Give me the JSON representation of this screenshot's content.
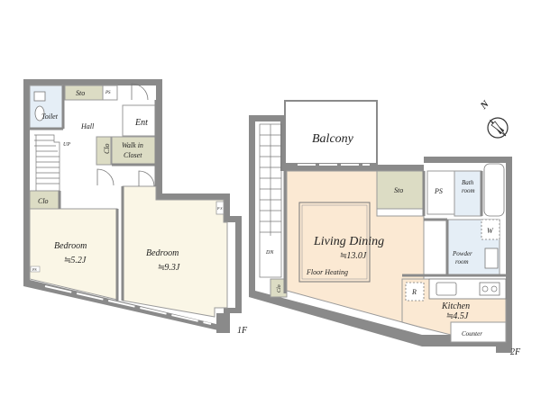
{
  "floor1": {
    "floor_label": "1F",
    "rooms": {
      "storage_top": "Sto",
      "ps_top": "PS",
      "toilet": "Toilet",
      "hall": "Hall",
      "entrance": "Ent",
      "up": "UP",
      "clo_small": "Clo",
      "walk_in_closet_line1": "Walk in",
      "walk_in_closet_line2": "Closet",
      "clo_left": "Clo",
      "bedroom_a": "Bedroom",
      "bedroom_a_area": "≒5.2J",
      "bedroom_b": "Bedroom",
      "bedroom_b_area": "≒9.3J",
      "ps_small": "P S",
      "ps_bottom": "PS"
    }
  },
  "floor2": {
    "floor_label": "2F",
    "rooms": {
      "balcony": "Balcony",
      "storage": "Sto",
      "ps": "PS",
      "bathroom_line1": "Bath",
      "bathroom_line2": "room",
      "living_dining": "Living Dining",
      "ld_area": "≒13.0J",
      "floor_heating": "Floor Heating",
      "washer": "W",
      "powder_line1": "Powder",
      "powder_line2": "room",
      "refrigerator": "R",
      "kitchen": "Kitchen",
      "kitchen_area": "≒4.5J",
      "counter": "Counter",
      "down": "DN",
      "clo": "Clo"
    }
  },
  "compass": {
    "label": "N",
    "icon": "north-arrow-icon"
  },
  "colors": {
    "wall": "#8a8a8a",
    "floor_plain": "#ffffff",
    "floor_cream": "#faf6e6",
    "floor_peach": "#fbe9d3",
    "floor_sage": "#dcdcc4",
    "floor_blue": "#e5eef6"
  }
}
